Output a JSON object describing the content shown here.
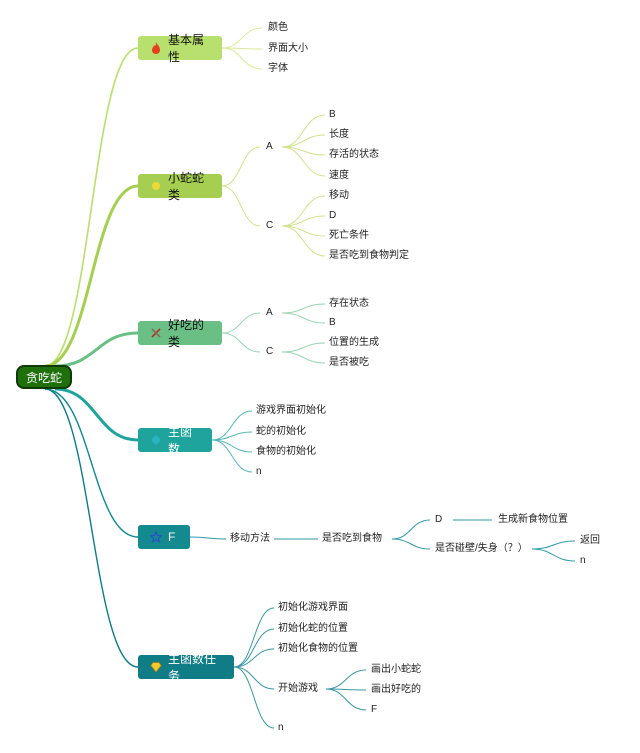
{
  "root": {
    "label": "贪吃蛇"
  },
  "colors": {
    "branch1": "#b8e06e",
    "branch2": "#a6cf52",
    "branch3": "#6abf85",
    "branch4": "#1fa39d",
    "branch5": "#128a8f",
    "branch6": "#0f7c86",
    "root_bg": "#1f6f0b"
  },
  "branches": [
    {
      "label": "基本属性",
      "icon": "flame-icon",
      "children": [
        "颜色",
        "界面大小",
        "字体"
      ]
    },
    {
      "label": "小蛇蛇类",
      "icon": "sun-icon",
      "children": [
        {
          "label": "A",
          "children": [
            "B",
            "长度",
            "存活的状态",
            "速度"
          ]
        },
        {
          "label": "C",
          "children": [
            "移动",
            "D",
            "死亡条件",
            "是否吃到食物判定"
          ]
        }
      ]
    },
    {
      "label": "好吃的类",
      "icon": "utensils-icon",
      "children": [
        {
          "label": "A",
          "children": [
            "存在状态",
            "B"
          ]
        },
        {
          "label": "C",
          "children": [
            "位置的生成",
            "是否被吃"
          ]
        }
      ]
    },
    {
      "label": "主函数",
      "icon": "diamond-icon",
      "children": [
        "游戏界面初始化",
        "蛇的初始化",
        "食物的初始化",
        "n"
      ]
    },
    {
      "label": "F",
      "icon": "star-icon",
      "children": [
        {
          "label": "移动方法",
          "next": {
            "label": "是否吃到食物",
            "children": [
              {
                "label": "D",
                "next": "生成新食物位置"
              },
              {
                "label": "是否碰壁/失身（？）",
                "children": [
                  "返回",
                  "n"
                ]
              }
            ]
          }
        }
      ]
    },
    {
      "label": "主函数任务",
      "icon": "gem-icon",
      "children": [
        "初始化游戏界面",
        "初始化蛇的位置",
        "初始化食物的位置",
        {
          "label": "开始游戏",
          "children": [
            "画出小蛇蛇",
            "画出好吃的",
            "F"
          ]
        },
        "n"
      ]
    }
  ]
}
